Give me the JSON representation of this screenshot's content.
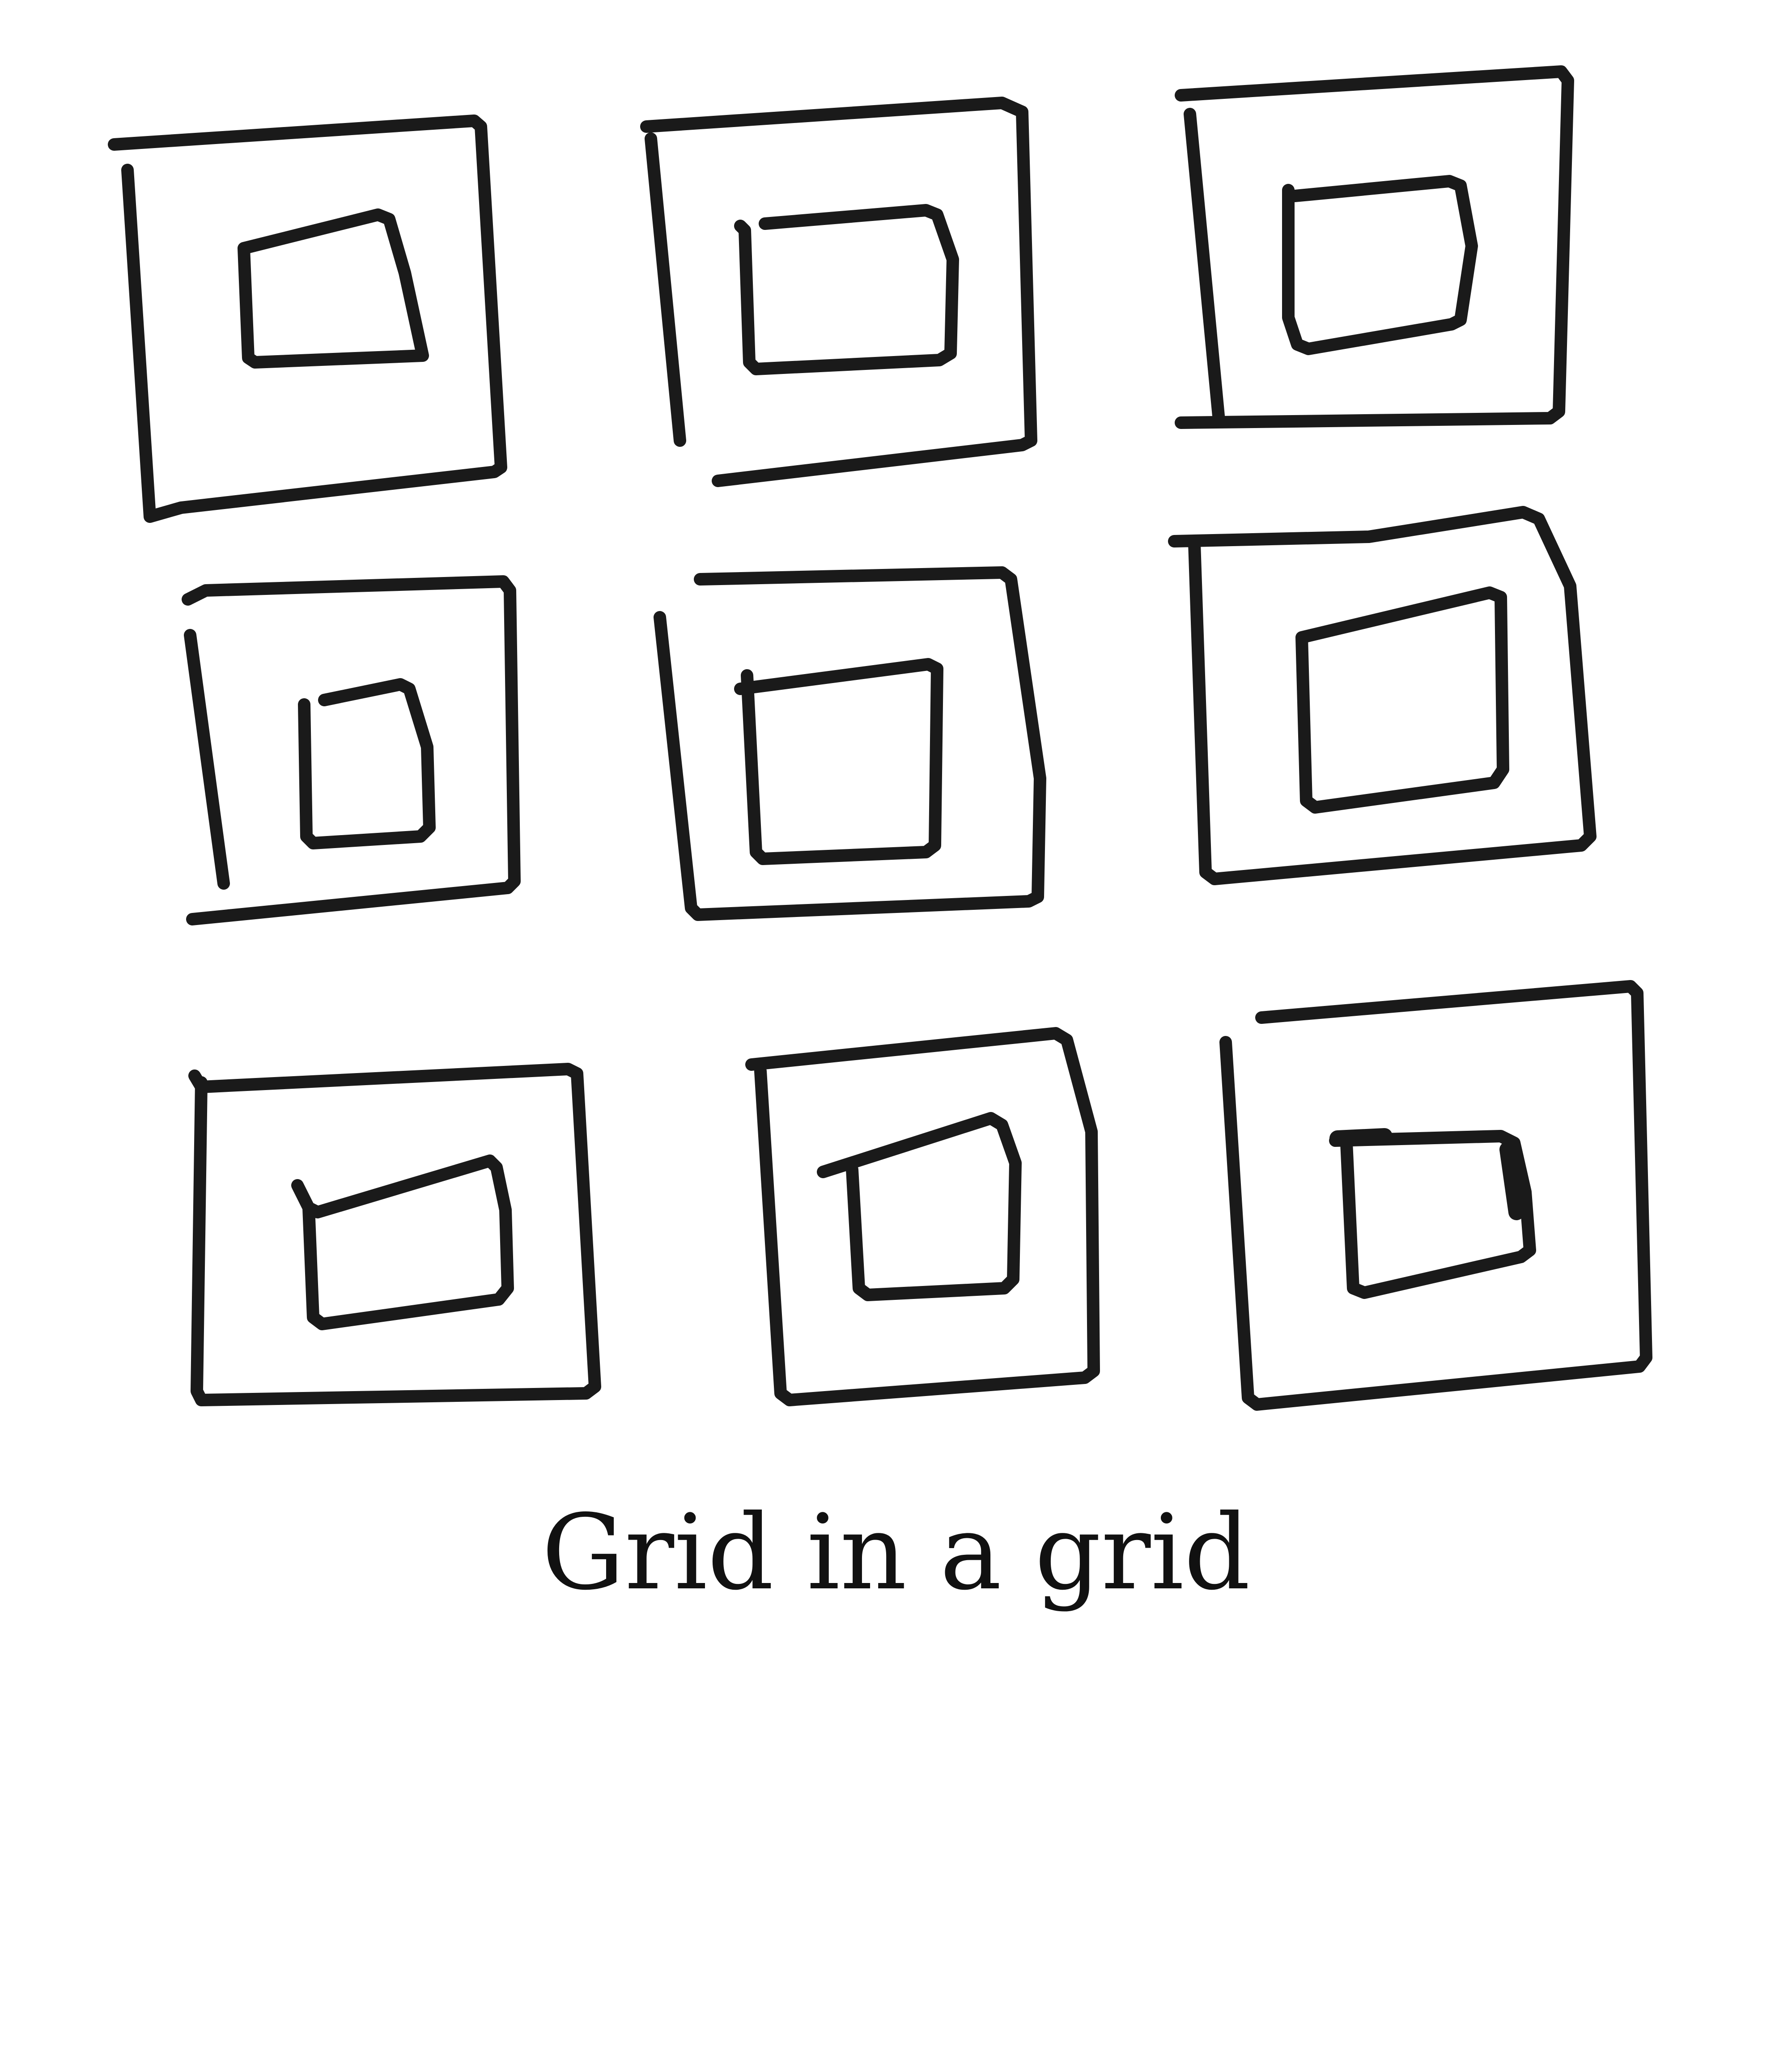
{
  "caption": "Grid in a grid",
  "colors": {
    "background": "#ffffff",
    "ink": "#1a1a1a"
  },
  "grid": {
    "rows": 3,
    "columns": 3,
    "cells": [
      {
        "row": 1,
        "column": 1,
        "outer": "square",
        "inner": "square"
      },
      {
        "row": 1,
        "column": 2,
        "outer": "square",
        "inner": "square"
      },
      {
        "row": 1,
        "column": 3,
        "outer": "square",
        "inner": "square"
      },
      {
        "row": 2,
        "column": 1,
        "outer": "square",
        "inner": "square"
      },
      {
        "row": 2,
        "column": 2,
        "outer": "square",
        "inner": "square"
      },
      {
        "row": 2,
        "column": 3,
        "outer": "square",
        "inner": "square"
      },
      {
        "row": 3,
        "column": 1,
        "outer": "square",
        "inner": "square"
      },
      {
        "row": 3,
        "column": 2,
        "outer": "square",
        "inner": "square"
      },
      {
        "row": 3,
        "column": 3,
        "outer": "square",
        "inner": "square"
      }
    ]
  }
}
